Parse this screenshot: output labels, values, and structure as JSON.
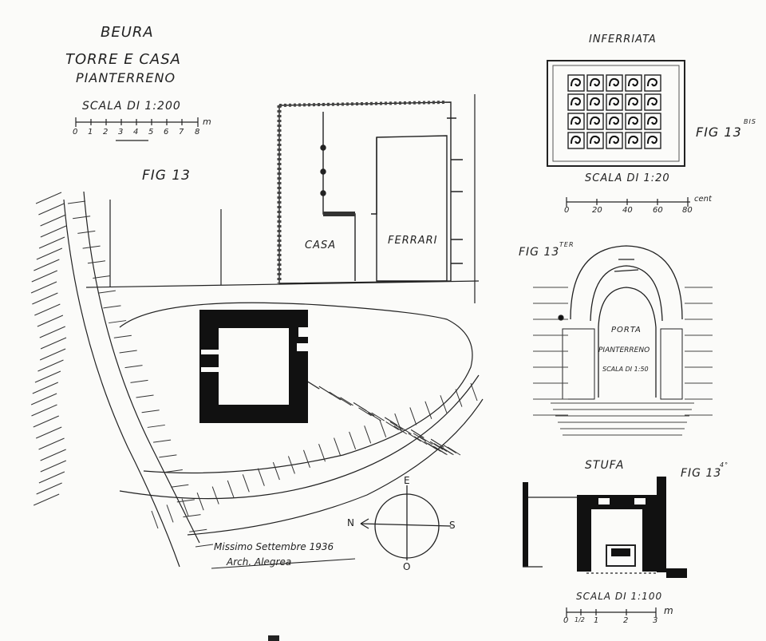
{
  "main_plan": {
    "town": "BEURA",
    "subject": "TORRE E CASA",
    "floor": "PIANTERRENO",
    "scale_label": "SCALA DI 1:200",
    "scale_ticks": [
      "0",
      "1",
      "2",
      "3",
      "4",
      "5",
      "6",
      "7",
      "8"
    ],
    "scale_unit": "m",
    "figure_label": "FIG 13",
    "house_labels": [
      "CASA",
      "FERRARI"
    ],
    "signature_line1": "Missimo Settembre 1936",
    "signature_line2": "Arch. Alegrea"
  },
  "compass": {
    "north": "N",
    "south": "S",
    "east": "E",
    "west": "O"
  },
  "grille_detail": {
    "title": "INFERRIATA",
    "figure_label": "FIG 13",
    "figure_suffix": "BIS",
    "scale_label": "SCALA DI 1:20",
    "scale_ticks": [
      "0",
      "20",
      "40",
      "60",
      "80"
    ],
    "scale_unit": "cent"
  },
  "door_detail": {
    "figure_label": "FIG 13",
    "figure_suffix": "TER",
    "label_line1": "PORTA",
    "label_line2": "PIANTERRENO",
    "label_line3": "SCALA DI 1:50"
  },
  "stove_detail": {
    "title": "STUFA",
    "figure_label": "FIG 13",
    "figure_suffix": "4°",
    "scale_label": "SCALA DI 1:100",
    "scale_ticks": [
      "0",
      "1/2",
      "1",
      "2",
      "3"
    ],
    "scale_unit": "m"
  },
  "colors": {
    "ink": "#1a1a1a",
    "paper": "#fbfbf9"
  }
}
